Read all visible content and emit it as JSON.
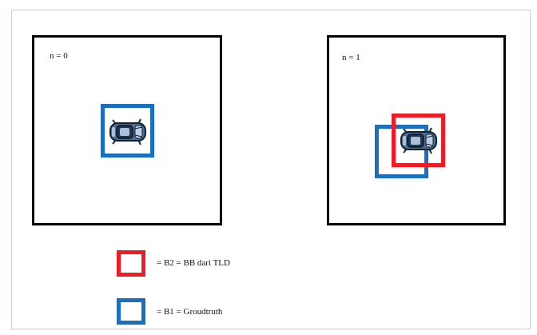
{
  "colors": {
    "groundtruth": "#1a6fbf",
    "tld": "#ee1c25",
    "frame": "#000000"
  },
  "frames": [
    {
      "label": "n = 0",
      "show_tld_box": false
    },
    {
      "label": "n = 1",
      "show_tld_box": true
    }
  ],
  "legend": {
    "tld_label": "=  B2 = BB dari TLD",
    "groundtruth_label": "= B1 = Groudtruth"
  },
  "icons": {
    "vehicle": "car-top-view-icon"
  }
}
